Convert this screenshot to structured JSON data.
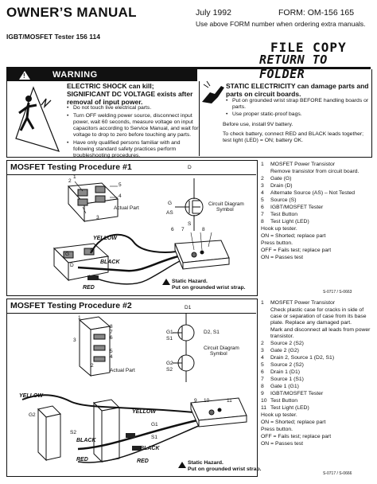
{
  "header": {
    "title": "OWNER’S MANUAL",
    "date": "July 1992",
    "form": "FORM: OM-156 165",
    "use_note": "Use above FORM number when ordering extra manuals.",
    "subtitle": "IGBT/MOSFET Tester 156 114",
    "stamp_line1": "FILE COPY",
    "stamp_line2": "RETURN TO FOLDER"
  },
  "warning": {
    "label": "WARNING",
    "electric_heading": "ELECTRIC SHOCK can kill; SIGNIFICANT DC VOLTAGE exists after removal of input power.",
    "electric_items": [
      "Do not touch live electrical parts.",
      "Turn OFF welding power source, disconnect input power, wait 60 seconds, measure voltage on input capacitors according to Service Manual, and wait for voltage to drop to zero before touching any parts.",
      "Have only qualified persons familiar with and following standard safety practices perform troubleshooting procedures."
    ],
    "static_heading": "STATIC ELECTRICITY can damage parts and parts on circuit boards.",
    "static_items": [
      "Put on grounded wrist strap BEFORE handling boards or parts.",
      "Use proper static-proof bags."
    ],
    "before_use": "Before use, install 9V battery.",
    "check_battery": "To check battery, connect RED and BLACK leads together; test light (LED) = ON; battery OK."
  },
  "section1": {
    "title": "MOSFET Testing Procedure #1",
    "labels": {
      "d": "D",
      "g": "G",
      "as": "AS",
      "s": "S",
      "circuit_diagram": "Circuit Diagram",
      "symbol": "Symbol",
      "actual_part": "Actual Part",
      "yellow": "YELLOW",
      "black": "BLACK",
      "red": "RED",
      "n1": "1",
      "n2": "2",
      "n3": "3",
      "n4": "4",
      "n5": "5",
      "n6": "6",
      "n7": "7",
      "n8": "8"
    },
    "static_hazard": "Static Hazard.",
    "wrist_strap": "Put on grounded wrist strap.",
    "code": "S-0717 / S-0663",
    "legend": [
      {
        "n": "1",
        "text": "MOSFET Power Transistor"
      },
      {
        "n": "",
        "text": "Remove transistor from circuit board."
      },
      {
        "n": "2",
        "text": "Gate (G)"
      },
      {
        "n": "3",
        "text": "Drain (D)"
      },
      {
        "n": "4",
        "text": "Alternate Source (AS) – Not Tested"
      },
      {
        "n": "5",
        "text": "Source (S)"
      },
      {
        "n": "6",
        "text": "IGBT/MOSFET Tester"
      },
      {
        "n": "7",
        "text": "Test Button"
      },
      {
        "n": "8",
        "text": "Test Light (LED)"
      }
    ],
    "steps": [
      "Hook up tester.",
      "ON = Shorted; replace part",
      "Press button.",
      "OFF = Fails test; replace part",
      "ON = Passes test"
    ]
  },
  "section2": {
    "title": "MOSFET Testing Procedure #2",
    "labels": {
      "d1": "D1",
      "g1": "G1",
      "s1": "S1",
      "d2s1": "D2, S1",
      "g2": "G2",
      "s2": "S2",
      "circuit_diagram": "Circuit Diagram",
      "symbol": "Symbol",
      "actual_part": "Actual Part",
      "yellow": "YELLOW",
      "black": "BLACK",
      "red": "RED",
      "n1": "1",
      "n2": "2",
      "n3": "3",
      "n4": "4",
      "n5": "5",
      "n6": "6",
      "n7": "7",
      "n8": "8",
      "n9": "9",
      "n10": "10",
      "n11": "11"
    },
    "static_hazard": "Static Hazard.",
    "wrist_strap": "Put on grounded wrist strap.",
    "code": "S-0717 / S-0666",
    "legend": [
      {
        "n": "1",
        "text": "MOSFET Power Transistor"
      },
      {
        "n": "",
        "text": "Check plastic case for cracks in side of case or separation of case from its base plate. Replace any damaged part."
      },
      {
        "n": "",
        "text": "Mark and disconnect all leads from power transistor."
      },
      {
        "n": "2",
        "text": "Source 2 (S2)"
      },
      {
        "n": "3",
        "text": "Gate 2 (G2)"
      },
      {
        "n": "4",
        "text": "Drain 2, Source 1 (D2, S1)"
      },
      {
        "n": "5",
        "text": "Source 2 (S2)"
      },
      {
        "n": "6",
        "text": "Drain 1 (D1)"
      },
      {
        "n": "7",
        "text": "Source 1 (S1)"
      },
      {
        "n": "8",
        "text": "Gate 1 (G1)"
      },
      {
        "n": "9",
        "text": "IGBT/MOSFET Tester"
      },
      {
        "n": "10",
        "text": "Test Button"
      },
      {
        "n": "11",
        "text": "Test Light (LED)"
      }
    ],
    "steps": [
      "Hook up tester.",
      "ON = Shorted; replace part",
      "Press button.",
      "OFF = Fails test; replace part",
      "ON = Passes test"
    ]
  }
}
